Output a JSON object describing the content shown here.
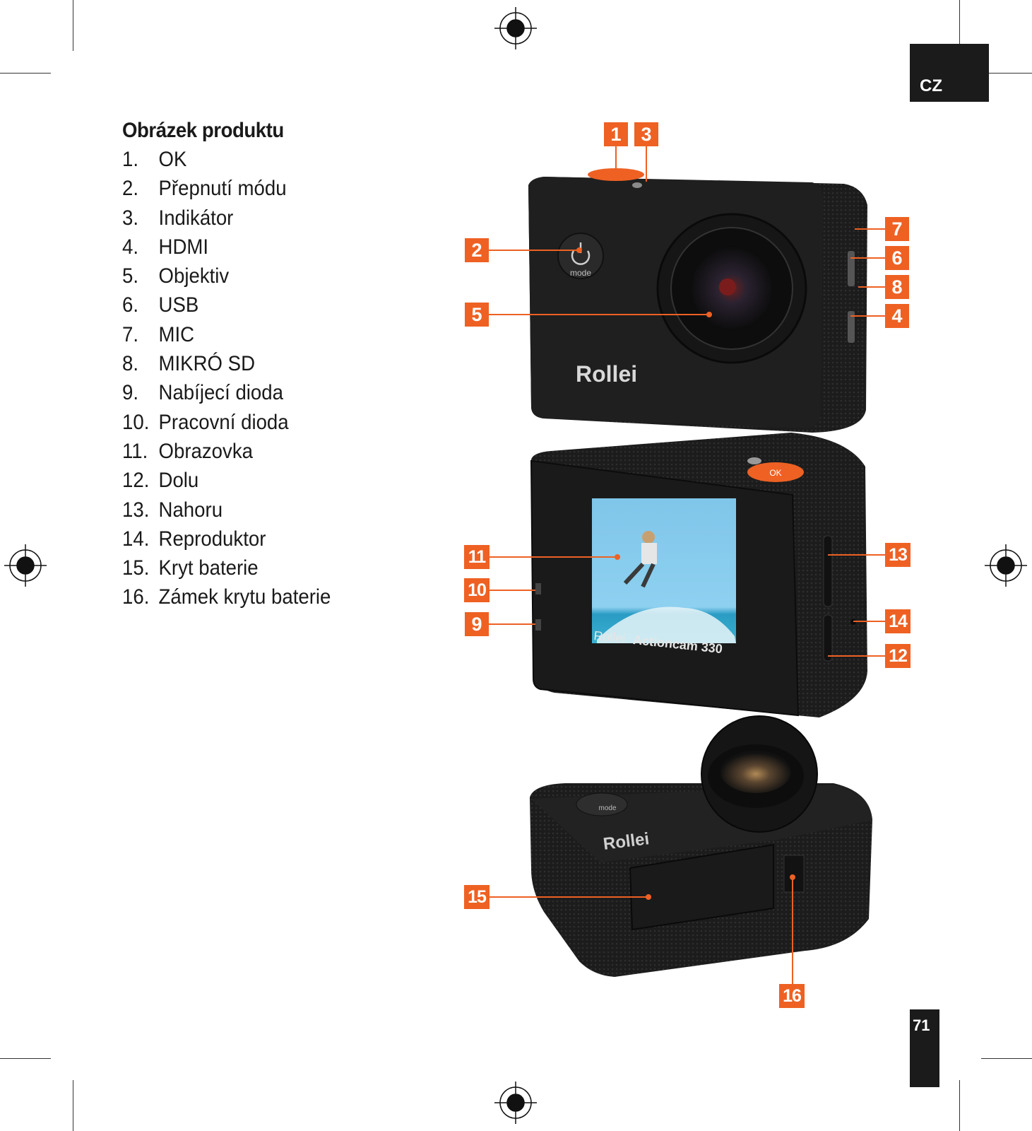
{
  "header": {
    "language": "CZ"
  },
  "footer": {
    "page_number": "71"
  },
  "section": {
    "title": "Obrázek produktu",
    "items": [
      {
        "num": "1.",
        "label": "OK"
      },
      {
        "num": "2.",
        "label": "Přepnutí módu"
      },
      {
        "num": "3.",
        "label": "Indikátor"
      },
      {
        "num": "4.",
        "label": "HDMI"
      },
      {
        "num": "5.",
        "label": "Objektiv"
      },
      {
        "num": "6.",
        "label": "USB"
      },
      {
        "num": "7.",
        "label": "MIC"
      },
      {
        "num": "8.",
        "label": "MIKRÓ SD"
      },
      {
        "num": "9.",
        "label": "Nabíjecí dioda"
      },
      {
        "num": "10.",
        "label": "Pracovní dioda"
      },
      {
        "num": "11.",
        "label": "Obrazovka"
      },
      {
        "num": "12.",
        "label": "Dolu"
      },
      {
        "num": "13.",
        "label": "Nahoru"
      },
      {
        "num": "14.",
        "label": "Reproduktor"
      },
      {
        "num": "15.",
        "label": "Kryt baterie"
      },
      {
        "num": "16.",
        "label": "Zámek krytu baterie"
      }
    ]
  },
  "images": {
    "brand": "Rollei",
    "front_button_label": "mode",
    "ok_label": "OK",
    "back_model_prefix": "Rollei",
    "back_model_name": "Actioncam 330",
    "bottom_button_label": "mode"
  },
  "callouts": {
    "c1": "1",
    "c2": "2",
    "c3": "3",
    "c4": "4",
    "c5": "5",
    "c6": "6",
    "c7": "7",
    "c8": "8",
    "c9": "9",
    "c10": "10",
    "c11": "11",
    "c12": "12",
    "c13": "13",
    "c14": "14",
    "c15": "15",
    "c16": "16"
  },
  "colors": {
    "accent": "#ee6123",
    "camera_body": "#1f1f1f",
    "tab": "#1b1b1b"
  }
}
